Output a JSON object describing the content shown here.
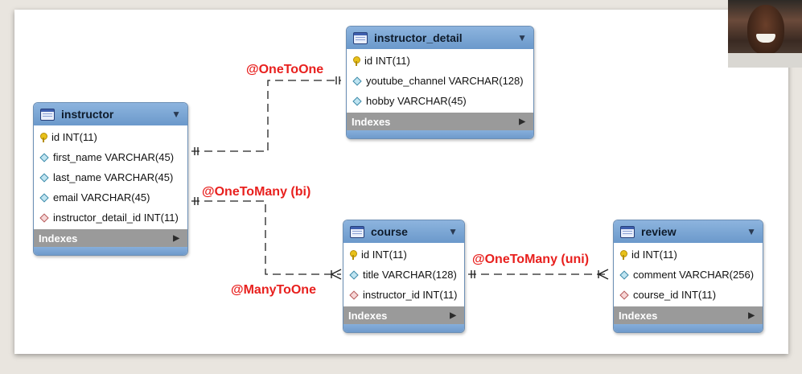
{
  "tables": {
    "instructor_detail": {
      "name": "instructor_detail",
      "columns": [
        {
          "text": "id INT(11)",
          "kind": "pk"
        },
        {
          "text": "youtube_channel VARCHAR(128)",
          "kind": "col"
        },
        {
          "text": "hobby VARCHAR(45)",
          "kind": "col"
        }
      ],
      "indexes_label": "Indexes"
    },
    "instructor": {
      "name": "instructor",
      "columns": [
        {
          "text": "id INT(11)",
          "kind": "pk"
        },
        {
          "text": "first_name VARCHAR(45)",
          "kind": "col"
        },
        {
          "text": "last_name VARCHAR(45)",
          "kind": "col"
        },
        {
          "text": "email VARCHAR(45)",
          "kind": "col"
        },
        {
          "text": "instructor_detail_id INT(11)",
          "kind": "fk"
        }
      ],
      "indexes_label": "Indexes"
    },
    "course": {
      "name": "course",
      "columns": [
        {
          "text": "id INT(11)",
          "kind": "pk"
        },
        {
          "text": "title VARCHAR(128)",
          "kind": "col"
        },
        {
          "text": "instructor_id INT(11)",
          "kind": "fk"
        }
      ],
      "indexes_label": "Indexes"
    },
    "review": {
      "name": "review",
      "columns": [
        {
          "text": "id INT(11)",
          "kind": "pk"
        },
        {
          "text": "comment VARCHAR(256)",
          "kind": "col"
        },
        {
          "text": "course_id INT(11)",
          "kind": "fk"
        }
      ],
      "indexes_label": "Indexes"
    }
  },
  "relations": {
    "one_to_one": "@OneToOne",
    "one_to_many_bi": "@OneToMany (bi)",
    "many_to_one": "@ManyToOne",
    "one_to_many_uni": "@OneToMany (uni)"
  },
  "colors": {
    "header_blue": "#7aa7d6",
    "label_red": "#e8201e",
    "footer_gray": "#9a9a9a"
  }
}
